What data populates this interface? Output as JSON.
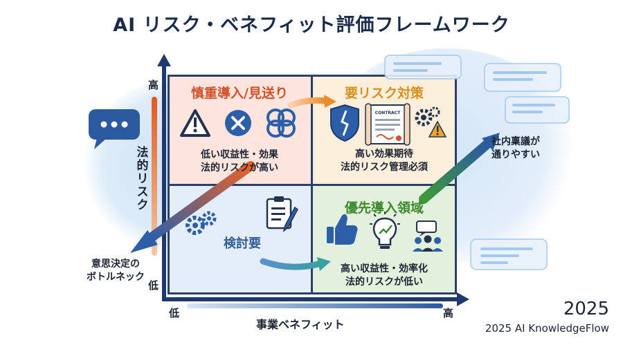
{
  "title": "AI リスク・ベネフィット評価フレームワーク",
  "axes": {
    "y_label": "法的リスク",
    "y_high": "高",
    "y_low": "低",
    "x_label": "事業ベネフィット",
    "x_low": "低",
    "x_high": "高"
  },
  "quadrants": {
    "top_left": {
      "title": "慎重導入/見送り",
      "desc_line1": "低い収益性・効果",
      "desc_line2": "法的リスクが高い",
      "icons": [
        "warning-icon",
        "x-circle-icon",
        "tangled-knot-icon"
      ]
    },
    "top_right": {
      "title": "要リスク対策",
      "desc_line1": "高い効果期待",
      "desc_line2": "法的リスク管理必須",
      "contract_label": "CONTRACT",
      "icons": [
        "broken-shield-icon",
        "contract-document-icon",
        "gear-warning-icon"
      ]
    },
    "bottom_left": {
      "title": "検討要",
      "icons": [
        "gears-icon",
        "checklist-pencil-icon"
      ]
    },
    "bottom_right": {
      "title": "優先導入領域",
      "desc_line1": "高い収益性・効率化",
      "desc_line2": "法的リスクが低い",
      "icons": [
        "thumbs-up-icon",
        "lightbulb-growth-icon",
        "team-discussion-icon"
      ]
    }
  },
  "annotations": {
    "bottleneck_line1": "意思決定の",
    "bottleneck_line2": "ボトルネック",
    "approval_line1": "社内稟議が",
    "approval_line2": "通りやすい"
  },
  "footer": {
    "year": "2025",
    "credit": "2025 AI KnowledgeFlow"
  },
  "colors": {
    "frame": "#2a3f6a",
    "top_left_bg": "#fbe5dd",
    "top_right_bg": "#fbeedb",
    "bottom_left_bg": "#e3eefa",
    "bottom_right_bg": "#e3f1dc",
    "top_left_title": "#d2502a",
    "top_right_title": "#d9901a",
    "bottom_right_title": "#3d8a2e",
    "bottom_left_title": "#2f5d93"
  }
}
